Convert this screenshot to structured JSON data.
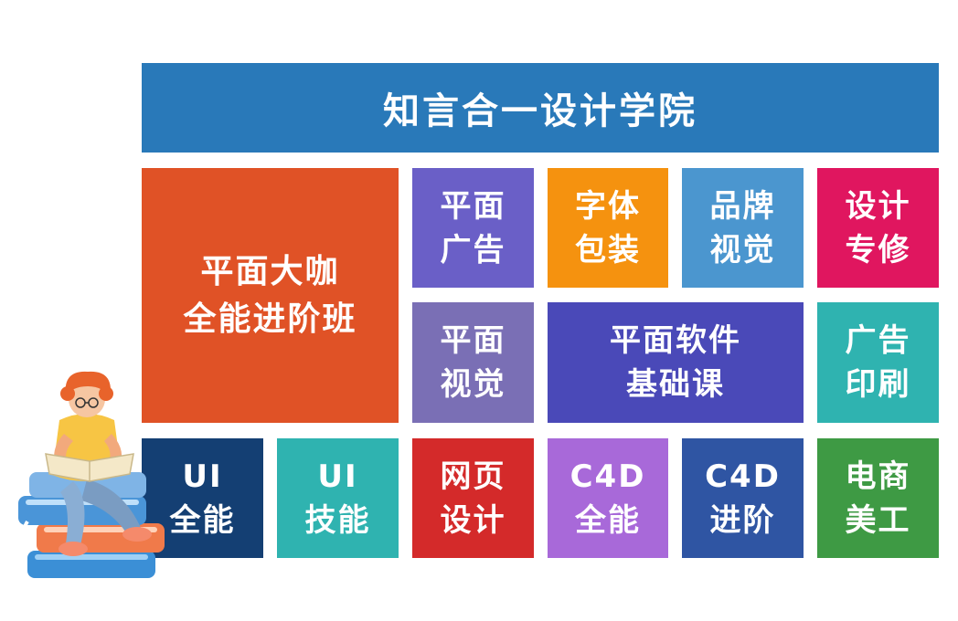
{
  "header": {
    "title": "知言合一设计学院",
    "color": "#2979b9"
  },
  "courses": [
    {
      "id": "graphic-master",
      "lines": [
        "平面大咖",
        "全能进阶班"
      ],
      "color": "#e05226"
    },
    {
      "id": "graphic-ad",
      "lines": [
        "平面",
        "广告"
      ],
      "color": "#6a5fc7"
    },
    {
      "id": "font-packaging",
      "lines": [
        "字体",
        "包装"
      ],
      "color": "#f5920f"
    },
    {
      "id": "brand-visual",
      "lines": [
        "品牌",
        "视觉"
      ],
      "color": "#4b96cf"
    },
    {
      "id": "design-special",
      "lines": [
        "设计",
        "专修"
      ],
      "color": "#e0165f"
    },
    {
      "id": "graphic-visual",
      "lines": [
        "平面",
        "视觉"
      ],
      "color": "#7a6fb5"
    },
    {
      "id": "graphic-software",
      "lines": [
        "平面软件",
        "基础课"
      ],
      "color": "#4a49b8"
    },
    {
      "id": "ad-printing",
      "lines": [
        "广告",
        "印刷"
      ],
      "color": "#2fb3b0"
    },
    {
      "id": "ui-full",
      "lines": [
        "UI",
        "全能"
      ],
      "color": "#143f73"
    },
    {
      "id": "ui-skill",
      "lines": [
        "UI",
        "技能"
      ],
      "color": "#2fb3b0"
    },
    {
      "id": "web-design",
      "lines": [
        "网页",
        "设计"
      ],
      "color": "#d42a2a"
    },
    {
      "id": "c4d-full",
      "lines": [
        "C4D",
        "全能"
      ],
      "color": "#a869d9"
    },
    {
      "id": "c4d-advanced",
      "lines": [
        "C4D",
        "进阶"
      ],
      "color": "#2f55a3"
    },
    {
      "id": "ecommerce-art",
      "lines": [
        "电商",
        "美工"
      ],
      "color": "#3e9a44"
    }
  ]
}
